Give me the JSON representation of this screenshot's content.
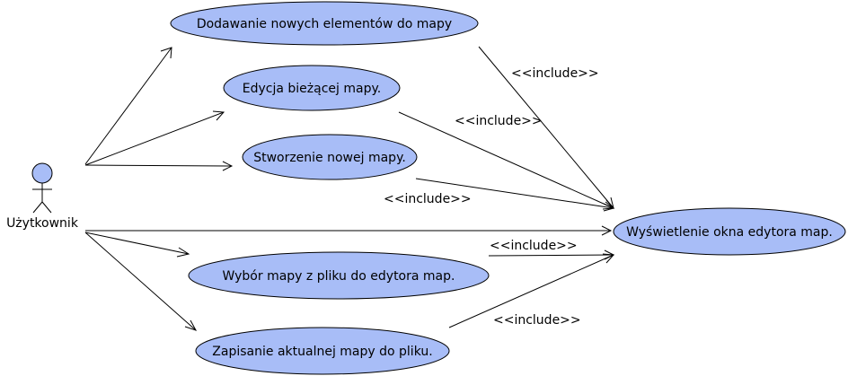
{
  "actor": {
    "name": "Użytkownik"
  },
  "use_cases": [
    {
      "id": "add",
      "label": "Dodawanie nowych elementów do mapy"
    },
    {
      "id": "edit",
      "label": "Edycja bieżącej mapy."
    },
    {
      "id": "create",
      "label": "Stworzenie nowej mapy."
    },
    {
      "id": "display",
      "label": "Wyświetlenie okna edytora map."
    },
    {
      "id": "choose",
      "label": "Wybór mapy z pliku do edytora map."
    },
    {
      "id": "save",
      "label": "Zapisanie aktualnej mapy do pliku."
    }
  ],
  "relations": [
    {
      "from": "add",
      "to": "display",
      "label": "<<include>>"
    },
    {
      "from": "edit",
      "to": "display",
      "label": "<<include>>"
    },
    {
      "from": "create",
      "to": "display",
      "label": "<<include>>"
    },
    {
      "from": "choose",
      "to": "display",
      "label": "<<include>>"
    },
    {
      "from": "save",
      "to": "display",
      "label": "<<include>>"
    }
  ]
}
